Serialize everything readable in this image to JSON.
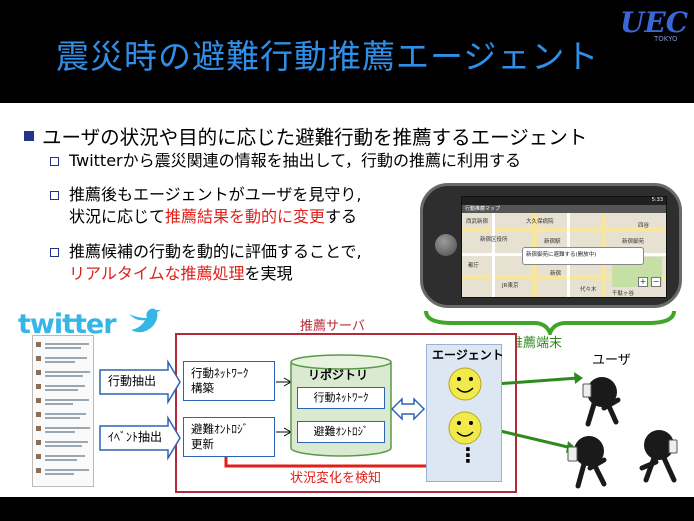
{
  "slide": {
    "title": "震災時の避難行動推薦エージェント",
    "logo_text": "UEC",
    "logo_sub": "TOKYO"
  },
  "bullets": {
    "main": "ユーザの状況や目的に応じた避難行動を推薦するエージェント",
    "sub1": "Twitterから震災関連の情報を抽出して，行動の推薦に利用する",
    "sub2_line1": "推薦後もエージェントがユーザを見守り,",
    "sub2_line2_before": "状況に応じて",
    "sub2_line2_red": "推薦結果を動的に変更",
    "sub2_line2_after": "する",
    "sub3_line1": "推薦候補の行動を動的に評価することで,",
    "sub3_line2_red": "リアルタイムな推薦処理",
    "sub3_line2_after": "を実現"
  },
  "phone": {
    "app_title": "行動推薦マップ",
    "time": "5:33",
    "balloon_text": "新宿御苑に避難する(開放中)",
    "map_labels": [
      "西武新宿",
      "大久保病院",
      "新宿区役所",
      "新宿御苑",
      "代々木",
      "新宿駅",
      "都庁",
      "四谷",
      "JR東京",
      "千駄ヶ谷",
      "新宿"
    ]
  },
  "diagram": {
    "twitter_logo": "twitter",
    "server_label": "推薦サーバ",
    "terminal_label": "推薦端末",
    "user_label": "ユーザ",
    "action_extract": "行動抽出",
    "event_extract": "ｲﾍﾞﾝﾄ抽出",
    "proc1_line1": "行動ﾈｯﾄﾜｰｸ",
    "proc1_line2": "構築",
    "proc2_line1": "避難ｵﾝﾄﾛｼﾞ",
    "proc2_line2": "更新",
    "repository": "リポジトリ",
    "repo_item1": "行動ﾈｯﾄﾜｰｸ",
    "repo_item2": "避難ｵﾝﾄﾛｼﾞ",
    "agent_label": "エージェント",
    "dots": "⋮",
    "detect_label": "状況変化を検知"
  },
  "colors": {
    "title_blue": "#2f8fe8",
    "bullet_navy": "#24338a",
    "emphasis_red": "#e0201b",
    "server_red": "#b52a38",
    "link_green": "#2e8a1e",
    "twitter_blue": "#36b6e6",
    "box_blue": "#2c63b5"
  }
}
